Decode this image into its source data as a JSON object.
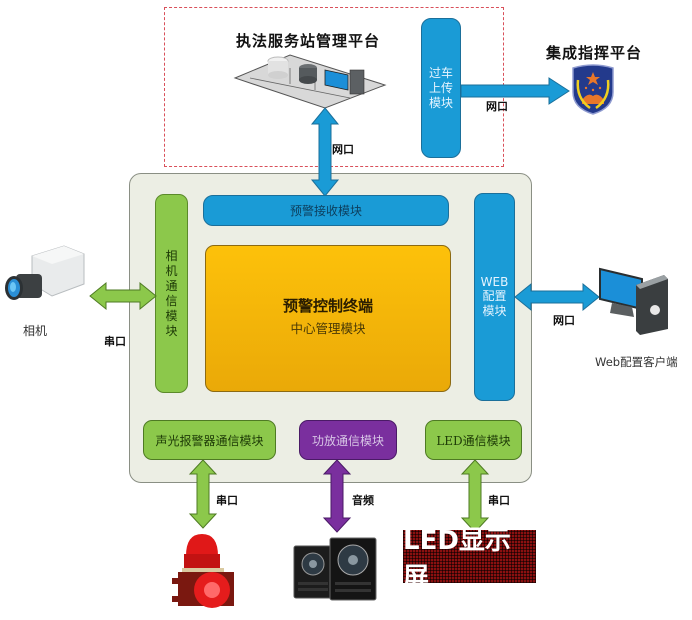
{
  "top_platform": {
    "title": "执法服务站管理平台",
    "upload_module": "过车上传模块"
  },
  "command_platform": {
    "title": "集成指挥平台"
  },
  "terminal": {
    "receive_module": "预警接收模块",
    "camera_module": "相机通信模块",
    "web_module_line1": "WEB",
    "web_module_line2": "配置模块",
    "core_title": "预警控制终端",
    "core_subtitle": "中心管理模块",
    "alarm_module": "声光报警器通信模块",
    "amp_module": "功放通信模块",
    "led_module": "LED通信模块"
  },
  "devices": {
    "camera_caption": "相机",
    "web_client_caption": "Web配置客户端",
    "led_display_text": "LED显示屏"
  },
  "connections": {
    "platform_link": "网口",
    "command_link": "网口",
    "web_link": "网口",
    "camera_link": "串口",
    "alarm_link": "串口",
    "audio_link": "音频",
    "led_link": "串口"
  },
  "colors": {
    "blue": "#1a9bd6",
    "green": "#8cc84b",
    "purple": "#7a2f9e",
    "orange": "#fdc10a",
    "frame": "#eceee4",
    "dashed_border": "#d9505a"
  }
}
